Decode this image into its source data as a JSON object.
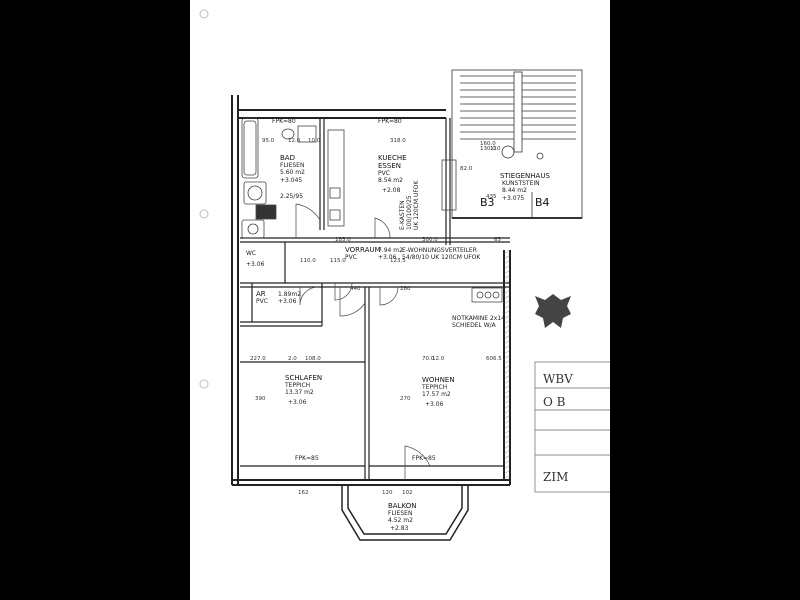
{
  "rooms": {
    "bad": {
      "name": "BAD",
      "floor": "FLIESEN",
      "area": "5.60 m2",
      "height": "+3.045",
      "extra": "2.25/95"
    },
    "kueche": {
      "name": "KUECHE",
      "name2": "ESSEN",
      "floor": "PVC",
      "area": "8.54 m2",
      "height": "+2.08"
    },
    "stiegenhaus": {
      "name": "STIEGENHAUS",
      "floor": "KUNSTSTEIN",
      "area": "8.44 m2",
      "height": "+3.075"
    },
    "vorraum": {
      "name": "VORRAUM",
      "floor": "PVC",
      "area": "7.94 m2",
      "height": "+3.06"
    },
    "ar": {
      "name": "AR",
      "floor": "PVC",
      "area": "1.89m2",
      "height": "+3.06"
    },
    "schlafen": {
      "name": "SCHLAFEN",
      "floor": "TEPPICH",
      "area": "13.37 m2",
      "height": "+3.06"
    },
    "wohnen": {
      "name": "WOHNEN",
      "floor": "TEPPICH",
      "area": "17.57 m2",
      "height": "+3.06"
    },
    "balkon": {
      "name": "BALKON",
      "floor": "FLIESEN",
      "area": "4.52 m2",
      "height": "+2.83"
    },
    "wc": {
      "name": "WC",
      "height": "+3.06"
    }
  },
  "labels": {
    "fpk1": "FPK=80",
    "fpk2": "FPK=80",
    "fpk3": "FPK=85",
    "fpk4": "FPK=85",
    "b3": "B3",
    "b4": "B4",
    "wohnungsverteiler": "E-WOHNUNGSVERTEILER",
    "wv_size": "54/80/10 UK 120CM UFOK",
    "e_kasten": "E-KASTEN",
    "e_kasten_size": "100/100/25",
    "e_kasten_uk": "UK 120CM UFOK",
    "notkamine": "NOTKAMINE 2x14",
    "schiedel": "SCHIEDEL W/A"
  },
  "dimensions": [
    "95.0",
    "12.0",
    "10.0",
    "318.0",
    "82.0",
    "185.0",
    "300.0",
    "65",
    "115.0",
    "123.5",
    "227.0",
    "2.0",
    "108.0",
    "70.0",
    "12.0",
    "606.5",
    "110.0",
    "390",
    "270",
    "160.0",
    "130.0",
    "110",
    "280",
    "440",
    "435",
    "120",
    "102",
    "162"
  ],
  "title_block": {
    "line1": "WBV",
    "line2": "O  B",
    "line3": "ZIM"
  }
}
